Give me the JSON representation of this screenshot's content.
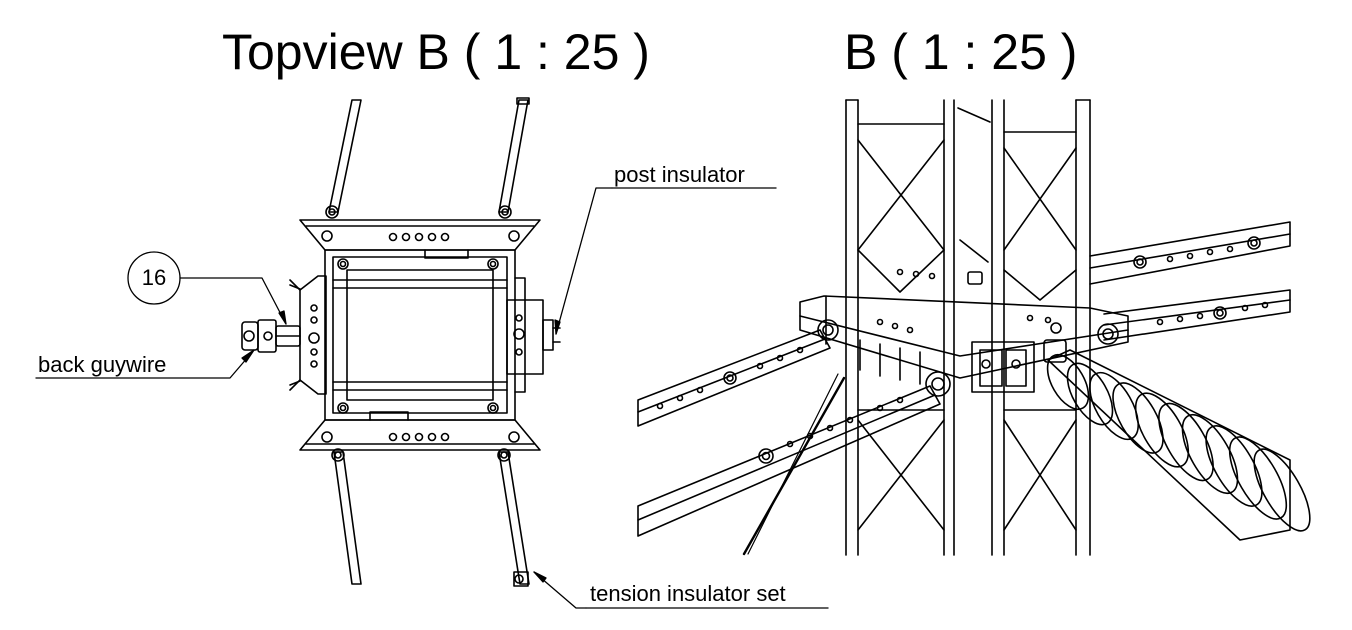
{
  "titles": {
    "topview": "Topview B ( 1 : 25 )",
    "detail": "B ( 1 : 25 )"
  },
  "labels": {
    "post_insulator": "post insulator",
    "back_guywire": "back guywire",
    "tension_insulator_set": "tension insulator set"
  },
  "callout": {
    "number": "16"
  }
}
